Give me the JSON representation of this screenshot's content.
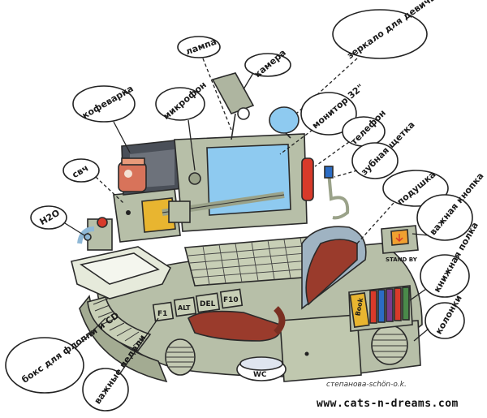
{
  "labels": {
    "coffee_maker": "кофеварка",
    "lamp": "лампа",
    "camera": "камера",
    "mirror": "зеркало для девичьих",
    "microphone": "микрофон",
    "monitor": "монитор 32\"",
    "phone": "телефон",
    "toothbrush": "зубная щетка",
    "microwave": "свч",
    "water": "H2O",
    "pillow": "подушка",
    "important_button": "важная кнопка",
    "book_shelf": "книжная полка",
    "speakers": "колонки",
    "floppy_box": "бокс для флоппи и CD",
    "pedals": "важные педали"
  },
  "keys": {
    "f1": "F1",
    "alt": "ALT",
    "del": "DEL",
    "f10": "F10"
  },
  "stand_by": "STAND BY",
  "book_label": "Book",
  "wc_label": "WC",
  "signature": "степанова-schön-o.k.",
  "website": "www.cats-n-dreams.com",
  "colors": {
    "workstation_body": "#b7bfa8",
    "screen": "#8ecaf0",
    "seat": "#9a3b2c",
    "seat_back_frame": "#9fb3c2",
    "orange_accent": "#f0a030",
    "red_accent": "#d83a2a",
    "microwave_window": "#e8b530"
  }
}
